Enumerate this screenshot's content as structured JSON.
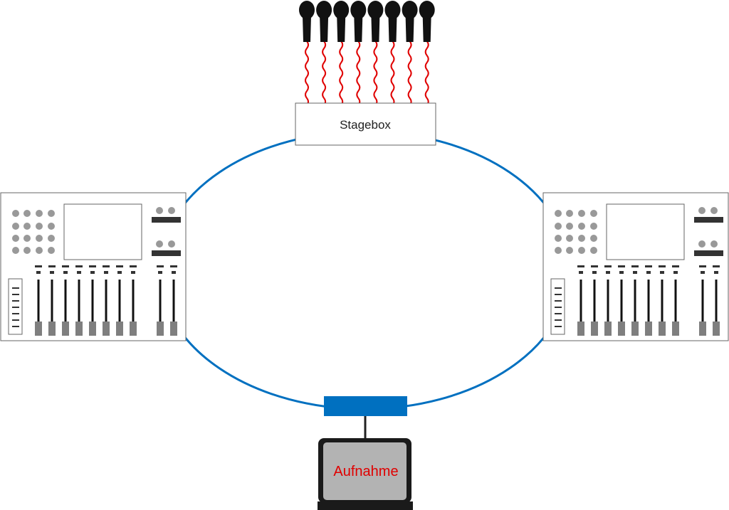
{
  "stagebox": {
    "label": "Stagebox"
  },
  "recorder": {
    "label": "Aufnahme"
  },
  "microphones": {
    "count": 8
  },
  "consoles": [
    {
      "name": "console-left"
    },
    {
      "name": "console-right"
    }
  ],
  "colors": {
    "ring": "#0070c0",
    "cable": "#e00000",
    "label_red": "#e00000",
    "knob": "#999999",
    "fader_cap": "#7f7f7f",
    "laptop_screen": "#b3b3b3"
  }
}
